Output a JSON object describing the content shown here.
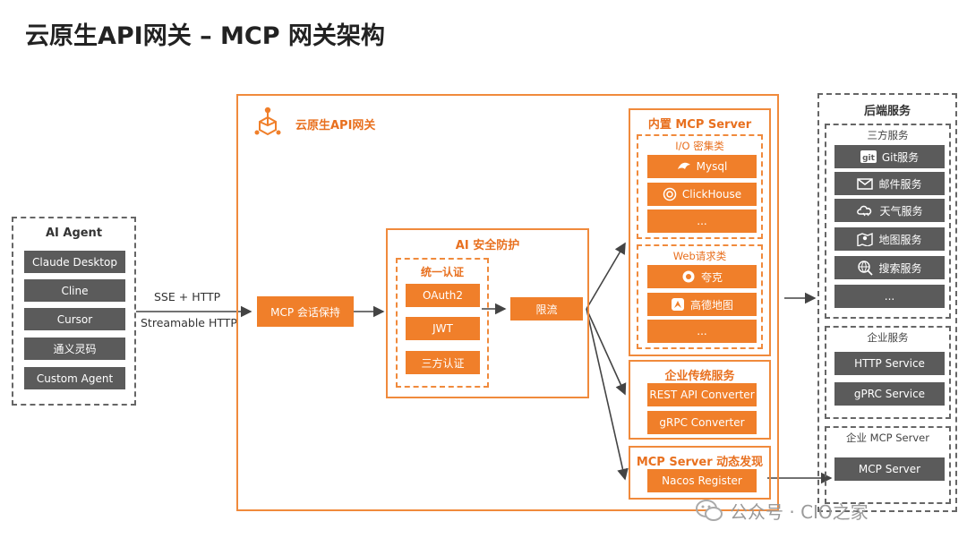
{
  "title": "云原生API网关 – MCP 网关架构",
  "agent": {
    "title": "AI Agent",
    "items": [
      "Claude Desktop",
      "Cline",
      "Cursor",
      "通义灵码",
      "Custom Agent"
    ]
  },
  "protocols": {
    "line1": "SSE + HTTP",
    "line2": "Streamable HTTP"
  },
  "gateway": {
    "title": "云原生API网关",
    "session": "MCP 会话保持",
    "security": {
      "title": "AI 安全防护",
      "auth_title": "统一认证",
      "auth_items": [
        "OAuth2",
        "JWT",
        "三方认证"
      ],
      "ratelimit": "限流"
    },
    "builtin": {
      "title": "内置 MCP Server",
      "io_title": "I/O 密集类",
      "io_items": [
        {
          "label": "Mysql",
          "icon": "mysql-dolphin-icon"
        },
        {
          "label": "ClickHouse",
          "icon": "clickhouse-icon"
        },
        {
          "label": "...",
          "icon": ""
        }
      ],
      "web_title": "Web请求类",
      "web_items": [
        {
          "label": "夸克",
          "icon": "quark-icon"
        },
        {
          "label": "高德地图",
          "icon": "amap-icon"
        },
        {
          "label": "...",
          "icon": ""
        }
      ]
    },
    "enterprise": {
      "title": "企业传统服务",
      "items": [
        "REST API Converter",
        "gRPC Converter"
      ]
    },
    "discovery": {
      "title": "MCP Server 动态发现",
      "item": "Nacos Register"
    }
  },
  "backend": {
    "title": "后端服务",
    "third_party": {
      "title": "三方服务",
      "items": [
        {
          "label": "Git服务",
          "icon": "git-icon"
        },
        {
          "label": "邮件服务",
          "icon": "mail-icon"
        },
        {
          "label": "天气服务",
          "icon": "weather-icon"
        },
        {
          "label": "地图服务",
          "icon": "map-icon"
        },
        {
          "label": "搜索服务",
          "icon": "search-globe-icon"
        },
        {
          "label": "...",
          "icon": ""
        }
      ]
    },
    "enterprise": {
      "title": "企业服务",
      "items": [
        "HTTP Service",
        "gPRC Service"
      ]
    },
    "mcp": {
      "title": "企业 MCP Server",
      "items": [
        "MCP Server"
      ]
    }
  },
  "watermark": "公众号 · CIO之家",
  "colors": {
    "orange": "#f07f2a",
    "border_orange": "#f08a3c",
    "gray": "#5b5b5b",
    "line": "#444444"
  }
}
